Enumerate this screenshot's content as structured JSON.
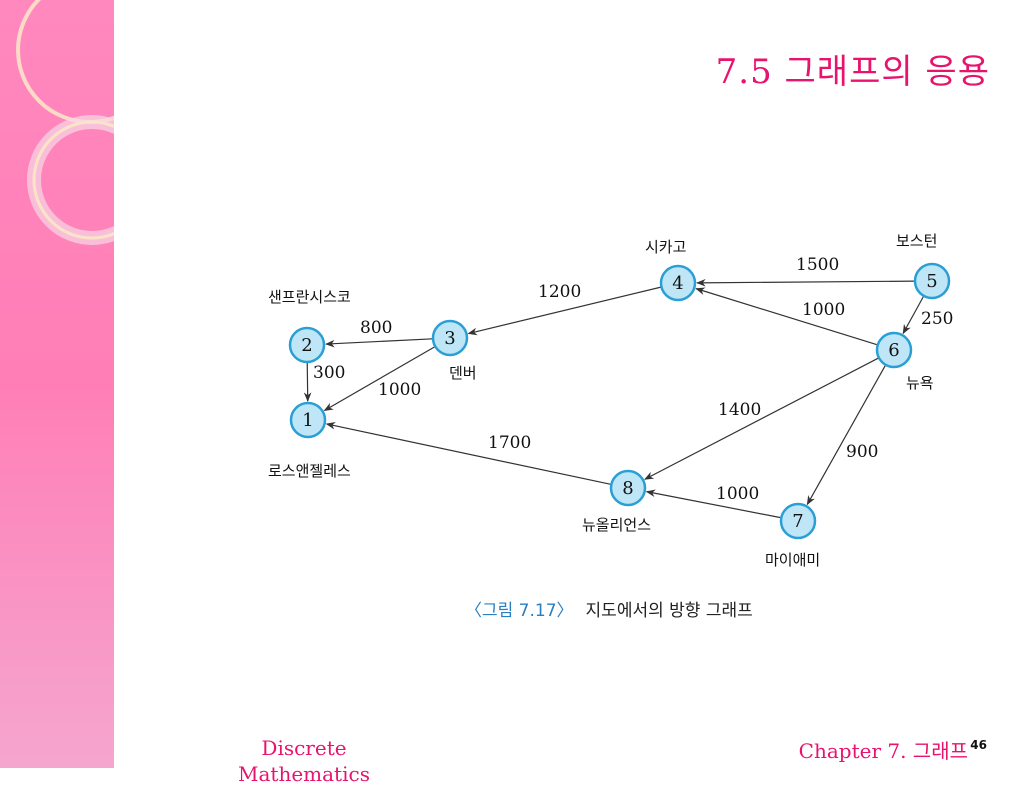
{
  "slide": {
    "title": "7.5 그래프의 응용",
    "footer_left": "Discrete Mathematics",
    "footer_right": "Chapter 7. 그래프",
    "page_number": "46"
  },
  "figure": {
    "caption_label": "〈그림 7.17〉",
    "caption_text": "지도에서의 방향 그래프"
  },
  "nodes": [
    {
      "id": "1",
      "city": "로스앤젤레스"
    },
    {
      "id": "2",
      "city": "샌프란시스코"
    },
    {
      "id": "3",
      "city": "덴버"
    },
    {
      "id": "4",
      "city": "시카고"
    },
    {
      "id": "5",
      "city": "보스턴"
    },
    {
      "id": "6",
      "city": "뉴욕"
    },
    {
      "id": "7",
      "city": "마이애미"
    },
    {
      "id": "8",
      "city": "뉴올리언스"
    }
  ],
  "edges": [
    {
      "from": "5",
      "to": "4",
      "weight": "1500"
    },
    {
      "from": "5",
      "to": "6",
      "weight": "250"
    },
    {
      "from": "6",
      "to": "4",
      "weight": "1000"
    },
    {
      "from": "4",
      "to": "3",
      "weight": "1200"
    },
    {
      "from": "3",
      "to": "2",
      "weight": "800"
    },
    {
      "from": "2",
      "to": "1",
      "weight": "300"
    },
    {
      "from": "3",
      "to": "1",
      "weight": "1000"
    },
    {
      "from": "6",
      "to": "8",
      "weight": "1400"
    },
    {
      "from": "6",
      "to": "7",
      "weight": "900"
    },
    {
      "from": "7",
      "to": "8",
      "weight": "1000"
    },
    {
      "from": "8",
      "to": "1",
      "weight": "1700"
    }
  ]
}
